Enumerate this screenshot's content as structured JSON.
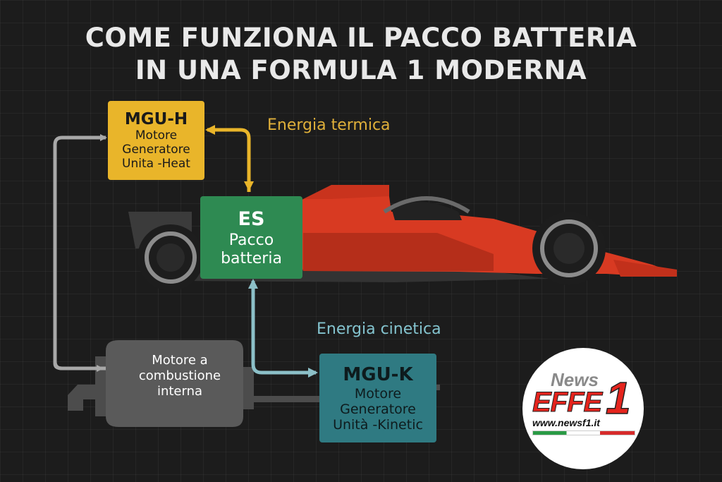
{
  "title": {
    "line1": "COME FUNZIONA IL PACCO BATTERIA",
    "line2": "IN UNA FORMULA 1 MODERNA"
  },
  "mgu_h": {
    "title": "MGU-H",
    "line1": "Motore",
    "line2": "Generatore",
    "line3": "Unita -Heat"
  },
  "es": {
    "title": "ES",
    "line1": "Pacco",
    "line2": "batteria"
  },
  "mgu_k": {
    "title": "MGU-K",
    "line1": "Motore",
    "line2": "Generatore",
    "line3": "Unità -Kinetic"
  },
  "engine": {
    "line1": "Motore a",
    "line2": "combustione",
    "line3": "interna"
  },
  "labels": {
    "thermal": "Energia termica",
    "kinetic": "Energia cinetica"
  },
  "logo": {
    "news": "News",
    "effe": "EFFE",
    "one": "1",
    "url": "www.newsf1.it"
  },
  "colors": {
    "mgu_h": "#e9b52a",
    "es": "#2e8a52",
    "mgu_k": "#2f7a82",
    "thermal_arrow": "#e9b52a",
    "kinetic_arrow": "#8cc0c8",
    "engine": "#5a5a5a",
    "car": "#d83a22"
  }
}
